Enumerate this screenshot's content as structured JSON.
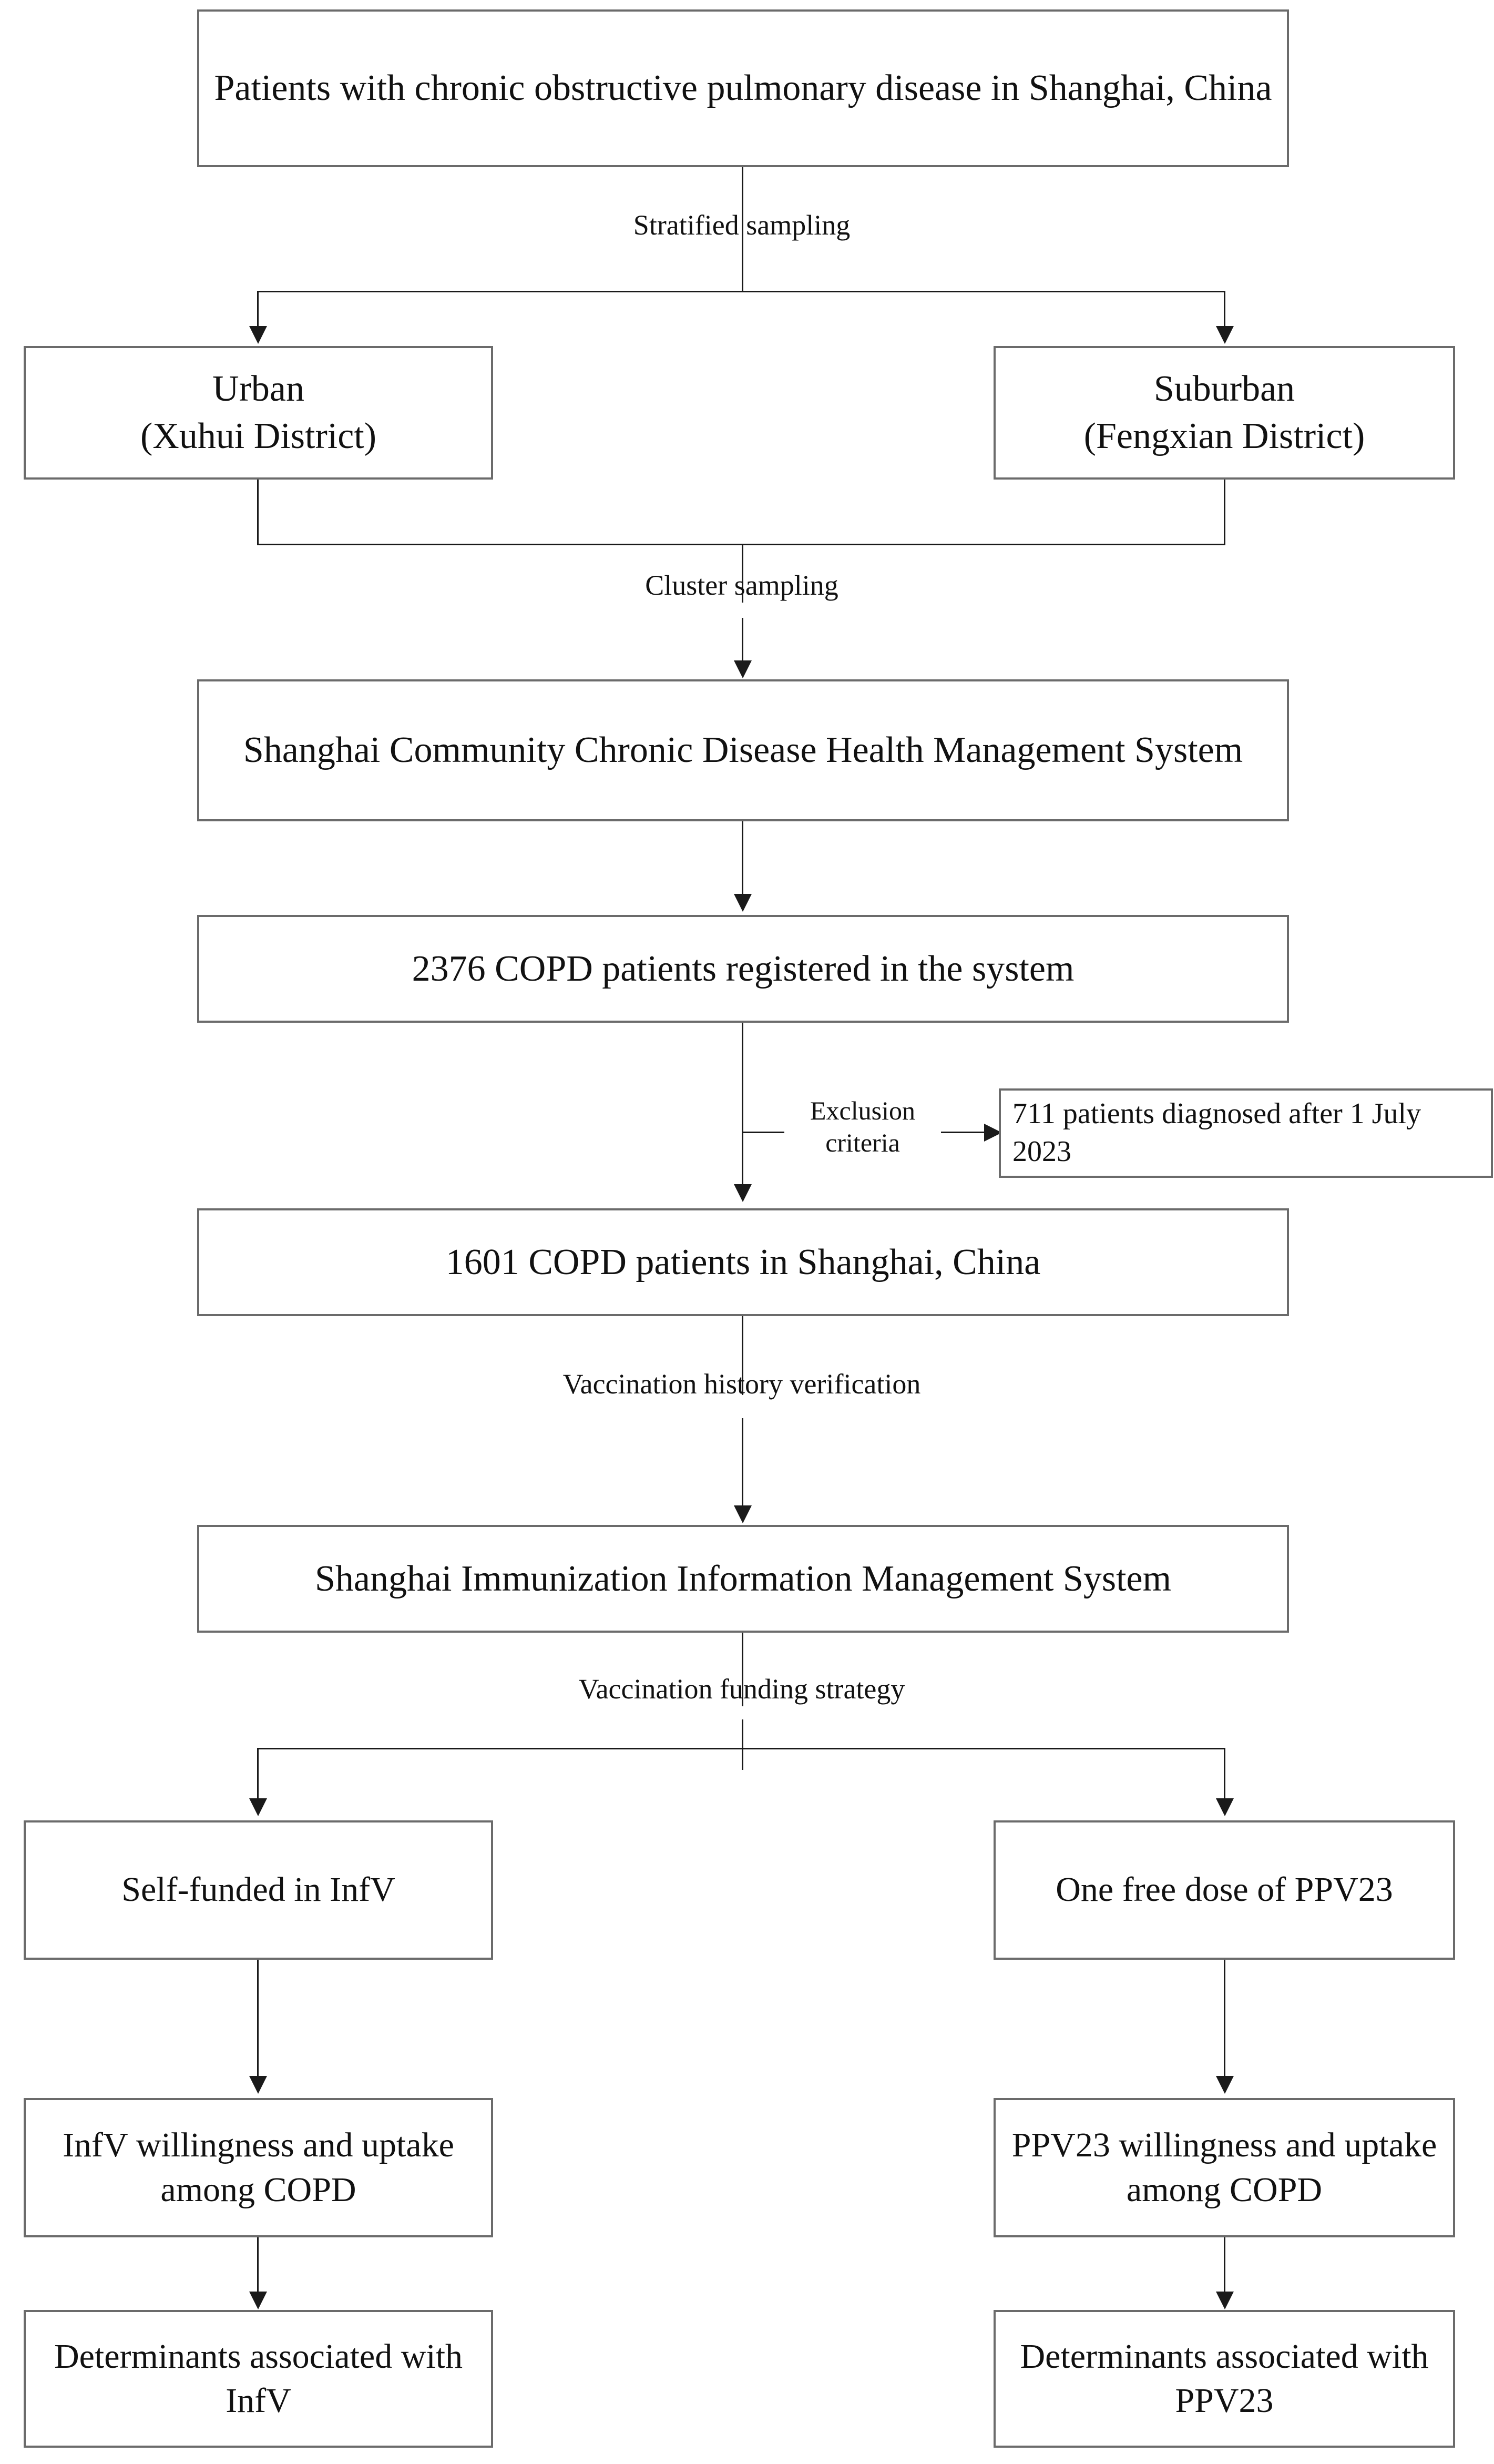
{
  "diagram": {
    "title": "COPD patient vaccination study flowchart",
    "colors": {
      "box_border": "#6b6b6b",
      "connector": "#1a1a1a",
      "background": "#ffffff",
      "text": "#111111"
    },
    "nodes": {
      "source_population": "Patients with chronic obstructive pulmonary disease in Shanghai, China",
      "urban": "Urban\n(Xuhui District)",
      "suburban": "Suburban\n(Fengxian District)",
      "management_system": "Shanghai Community Chronic Disease Health Management System",
      "registered_patients": "2376 COPD patients registered in the system",
      "excluded_patients": "711 patients diagnosed after 1 July 2023",
      "included_patients": "1601 COPD patients in Shanghai, China",
      "immunization_system": "Shanghai Immunization Information Management System",
      "self_funded_infv": "Self-funded in InfV",
      "free_ppv23": "One free dose of PPV23",
      "infv_willingness": "InfV willingness and uptake among COPD",
      "ppv23_willingness": "PPV23 willingness and uptake among COPD",
      "infv_determinants": "Determinants associated with InfV",
      "ppv23_determinants": "Determinants associated with PPV23"
    },
    "edge_labels": {
      "stratified_sampling": "Stratified  sampling",
      "cluster_sampling": "Cluster sampling",
      "exclusion_criteria": "Exclusion\ncriteria",
      "vaccination_history": "Vaccination history verification",
      "funding_strategy": "Vaccination funding strategy"
    }
  }
}
